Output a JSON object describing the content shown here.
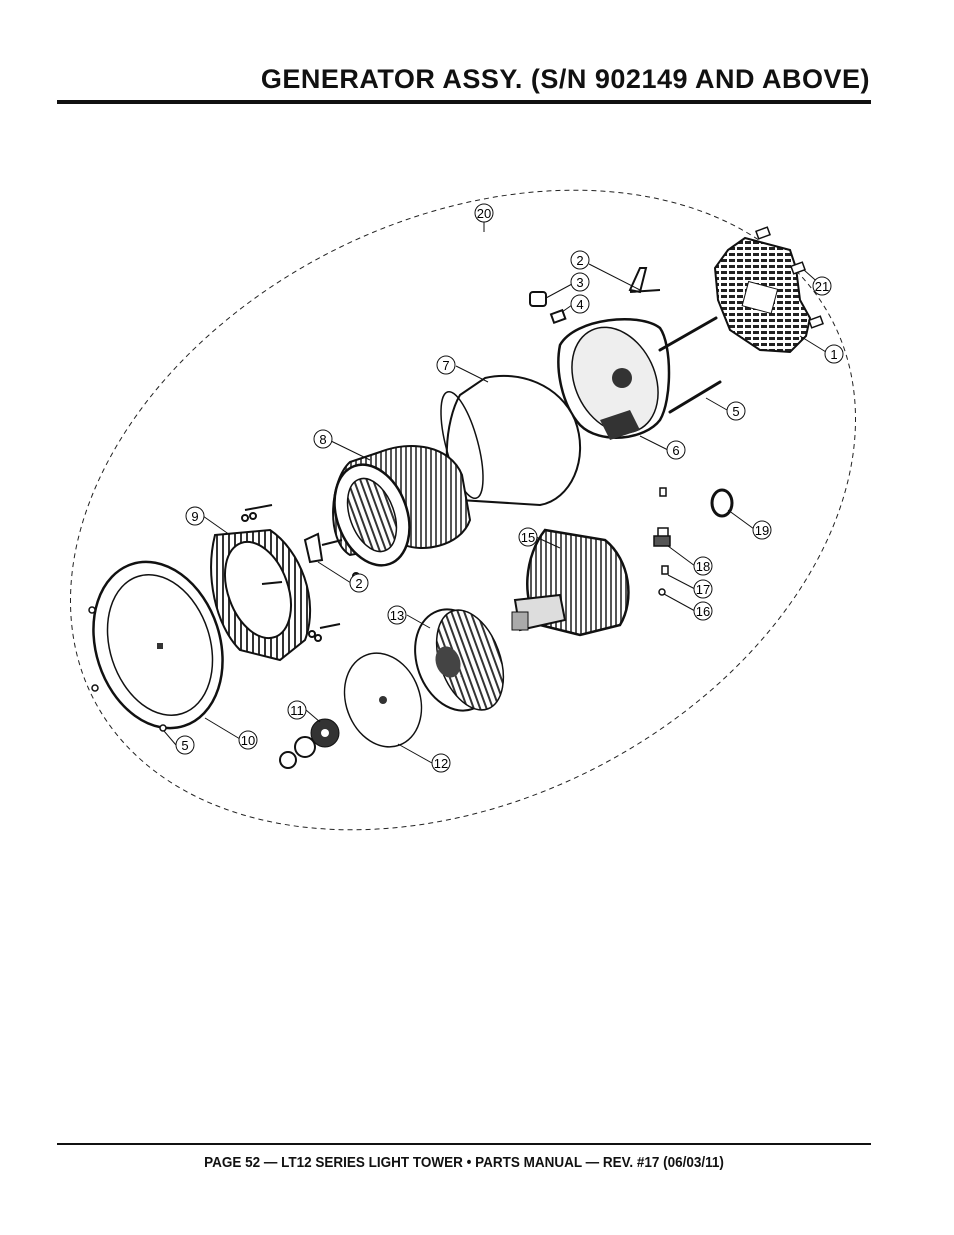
{
  "page": {
    "title": "GENERATOR ASSY. (S/N 902149 AND ABOVE)",
    "footer": "PAGE 52 — LT12 SERIES LIGHT TOWER • PARTS MANUAL — REV. #17 (06/03/11)"
  },
  "callouts": [
    "20",
    "2",
    "3",
    "4",
    "21",
    "1",
    "7",
    "5",
    "6",
    "8",
    "19",
    "9",
    "15",
    "18",
    "17",
    "2",
    "16",
    "13",
    "11",
    "5",
    "10",
    "12"
  ]
}
